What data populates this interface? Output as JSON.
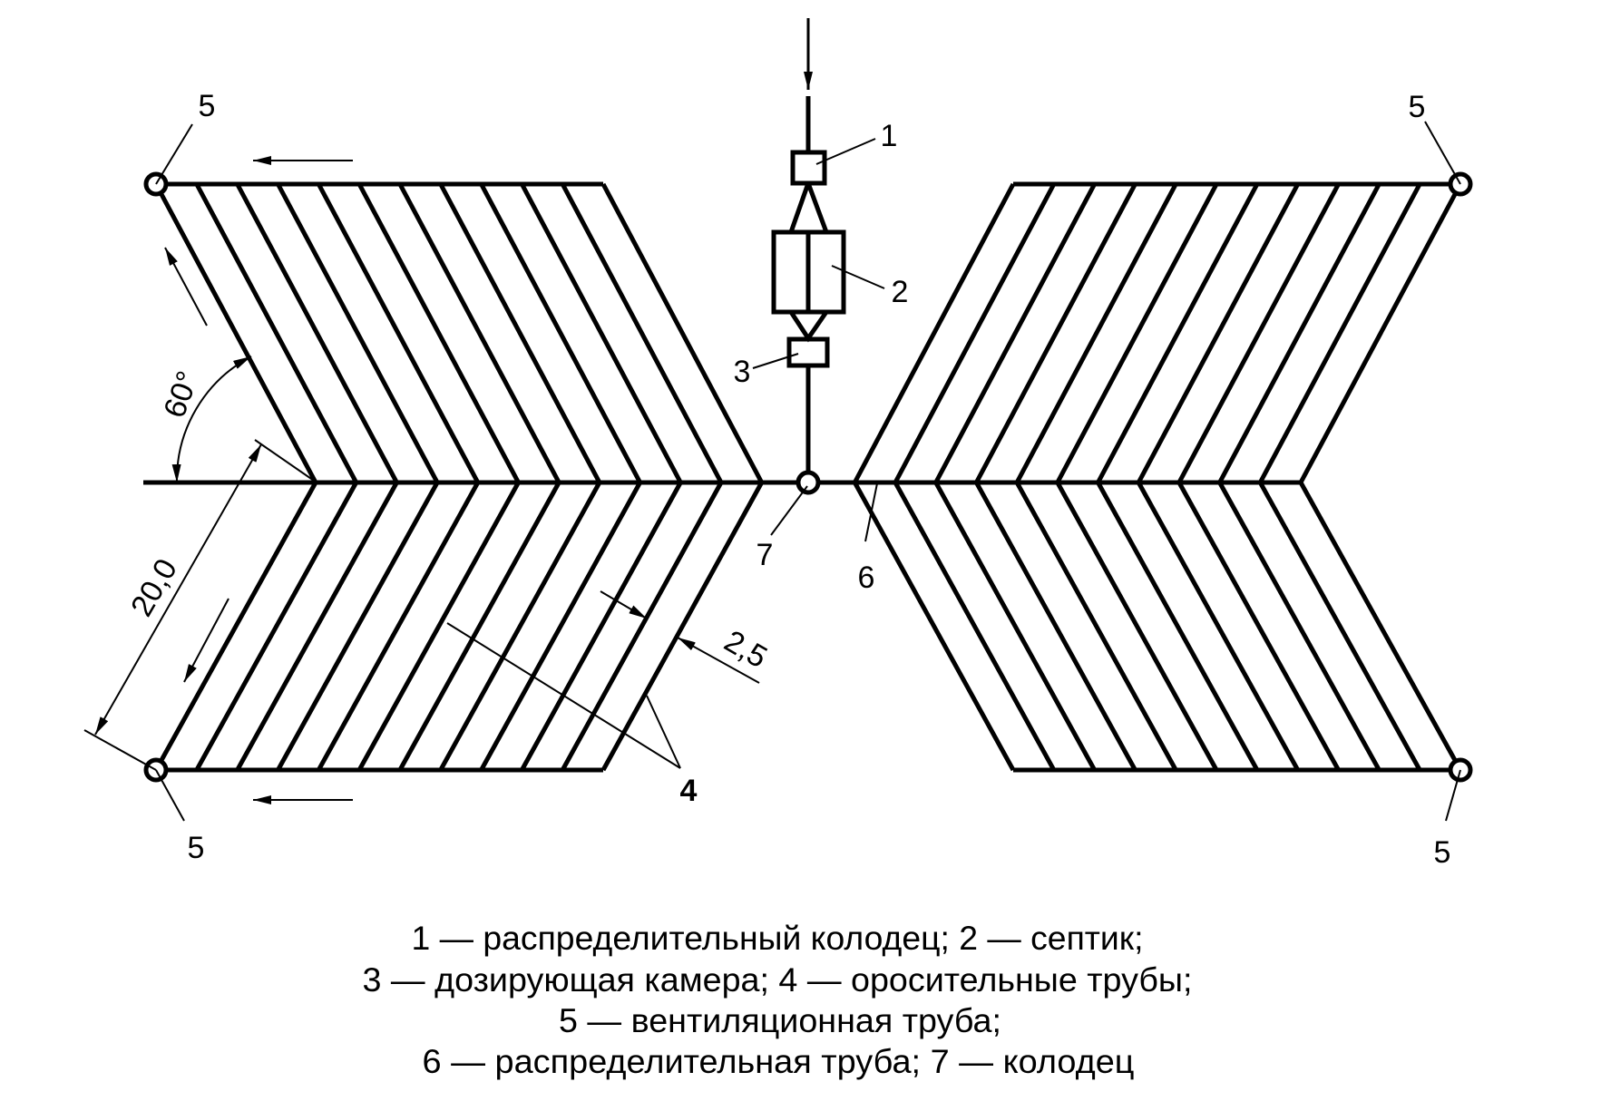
{
  "diagram": {
    "labels": {
      "n1": "1",
      "n2": "2",
      "n3": "3",
      "n4": "4",
      "n5": "5",
      "n6": "6",
      "n7": "7"
    },
    "dimensions": {
      "angle": "60°",
      "length": "20,0",
      "spacing": "2,5"
    }
  },
  "caption": {
    "lines": [
      "1 — распределительный колодец; 2 — септик;",
      "3 — дозирующая камера; 4 — оросительные трубы;",
      "5 — вентиляционная труба;",
      "6 — распределительная труба; 7 — колодец"
    ]
  },
  "colors": {
    "ink": "#000000",
    "background": "#ffffff"
  }
}
